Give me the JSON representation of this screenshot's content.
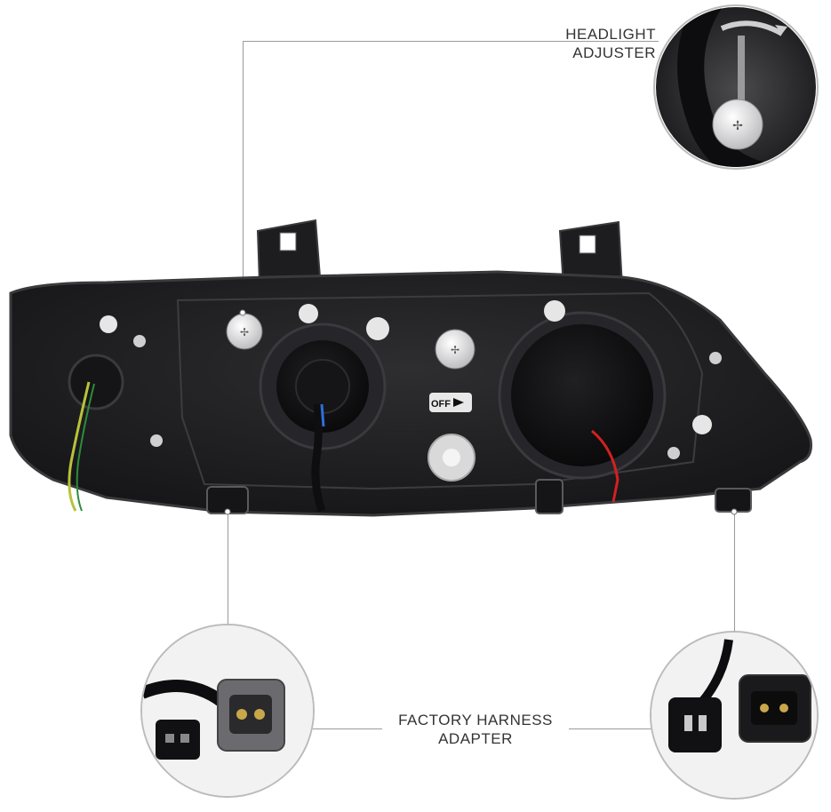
{
  "callouts": {
    "headlight_adjuster": {
      "line1": "HEADLIGHT",
      "line2": "ADJUSTER"
    },
    "factory_harness_adapter": {
      "line1": "FACTORY HARNESS",
      "line2": "ADAPTER"
    }
  },
  "housing_markings": {
    "off_arrow": "OFF"
  },
  "colors": {
    "housing": "#1c1c1e",
    "housing_edge": "#3a3a3c",
    "bulb_cap": "#111113",
    "wire_red": "#d42020",
    "wire_blue": "#2f6fd8",
    "wire_yellow_green": "#b8c23a",
    "leader_line": "#9a9a9a"
  }
}
